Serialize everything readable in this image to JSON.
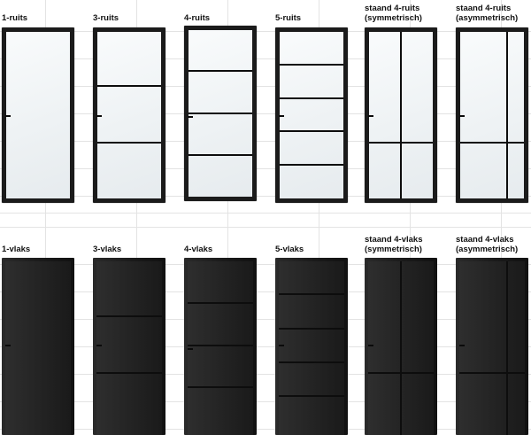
{
  "colors": {
    "frame": "#1b1b1b",
    "glass": "#eef2f4",
    "panel": "#222222"
  },
  "doors": [
    {
      "row": "glass",
      "label": "1-ruits",
      "type": "glass",
      "panes": 1,
      "split": "none"
    },
    {
      "row": "glass",
      "label": "3-ruits",
      "type": "glass",
      "panes": 3,
      "split": "none"
    },
    {
      "row": "glass",
      "label": "4-ruits",
      "type": "glass",
      "panes": 4,
      "split": "none"
    },
    {
      "row": "glass",
      "label": "5-ruits",
      "type": "glass",
      "panes": 5,
      "split": "none"
    },
    {
      "row": "glass",
      "label": "staand 4-ruits\n(symmetrisch)",
      "type": "glass",
      "panes": 4,
      "split": "symmetric"
    },
    {
      "row": "glass",
      "label": "staand 4-ruits\n(asymmetrisch)",
      "type": "glass",
      "panes": 4,
      "split": "asymmetric"
    },
    {
      "row": "solid",
      "label": "1-vlaks",
      "type": "solid",
      "panes": 1,
      "split": "none"
    },
    {
      "row": "solid",
      "label": "3-vlaks",
      "type": "solid",
      "panes": 3,
      "split": "none"
    },
    {
      "row": "solid",
      "label": "4-vlaks",
      "type": "solid",
      "panes": 4,
      "split": "none"
    },
    {
      "row": "solid",
      "label": "5-vlaks",
      "type": "solid",
      "panes": 5,
      "split": "none"
    },
    {
      "row": "solid",
      "label": "staand 4-vlaks\n(symmetrisch)",
      "type": "solid",
      "panes": 4,
      "split": "symmetric"
    },
    {
      "row": "solid",
      "label": "staand 4-vlaks\n(asymmetrisch)",
      "type": "solid",
      "panes": 4,
      "split": "asymmetric"
    }
  ]
}
